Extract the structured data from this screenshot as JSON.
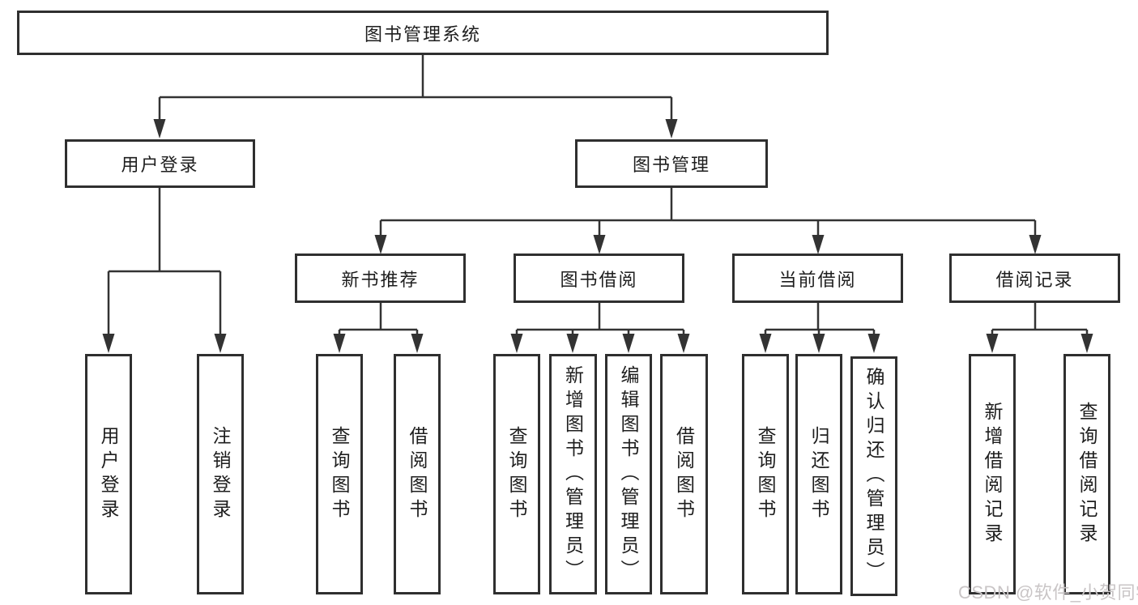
{
  "diagram": {
    "root": {
      "label": "图书管理系统"
    },
    "level2": [
      {
        "label": "用户登录"
      },
      {
        "label": "图书管理"
      }
    ],
    "level3": [
      {
        "label": "新书推荐"
      },
      {
        "label": "图书借阅"
      },
      {
        "label": "当前借阅"
      },
      {
        "label": "借阅记录"
      }
    ],
    "leaves": {
      "user_login": [
        {
          "label": "用户登录"
        },
        {
          "label": "注销登录"
        }
      ],
      "new_book_recommend": [
        {
          "label": "查询图书"
        },
        {
          "label": "借阅图书"
        }
      ],
      "book_borrow": [
        {
          "label": "查询图书"
        },
        {
          "label": "新增图书（管理员）"
        },
        {
          "label": "编辑图书（管理员）"
        },
        {
          "label": "借阅图书"
        }
      ],
      "current_borrow": [
        {
          "label": "查询图书"
        },
        {
          "label": "归还图书"
        },
        {
          "label": "确认归还（管理员）"
        }
      ],
      "borrow_records": [
        {
          "label": "新增借阅记录"
        },
        {
          "label": "查询借阅记录"
        }
      ]
    }
  },
  "watermark": {
    "text": "CSDN @软件_小贺同学",
    "color": "#c9c5c6"
  },
  "colors": {
    "line": "#333333",
    "box_border": "#2f2f2f",
    "text": "#1e1e1e",
    "background": "#ffffff"
  }
}
